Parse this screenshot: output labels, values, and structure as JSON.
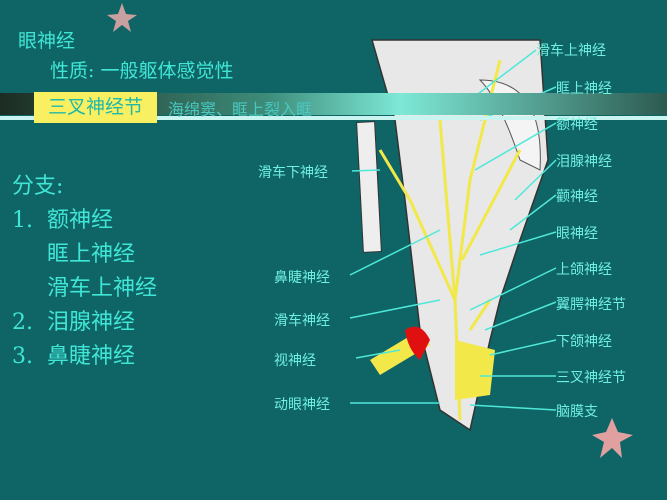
{
  "title": "眼神经",
  "property": "性质: 一般躯体感觉性",
  "banner": {
    "badge": "三叉神经节",
    "text": "海绵窦、眶上裂入眶"
  },
  "branches": {
    "heading": "分支:",
    "items": [
      "1.  额神经",
      "     眶上神经",
      "     滑车上神经",
      "2.  泪腺神经",
      "3.  鼻睫神经"
    ]
  },
  "labels_right": [
    "滑车上神经",
    "眶上神经",
    "额神经",
    "泪腺神经",
    "颧神经",
    "眼神经",
    "上颌神经",
    "翼腭神经节",
    "下颌神经",
    "三叉神经节",
    "脑膜支"
  ],
  "labels_left": [
    "滑车下神经",
    "鼻睫神经",
    "滑车神经",
    "视神经",
    "动眼神经"
  ],
  "colors": {
    "background": "#0f6466",
    "text": "#3fe6d6",
    "nerve": "#f2e84a",
    "badge": "#f8f060"
  }
}
